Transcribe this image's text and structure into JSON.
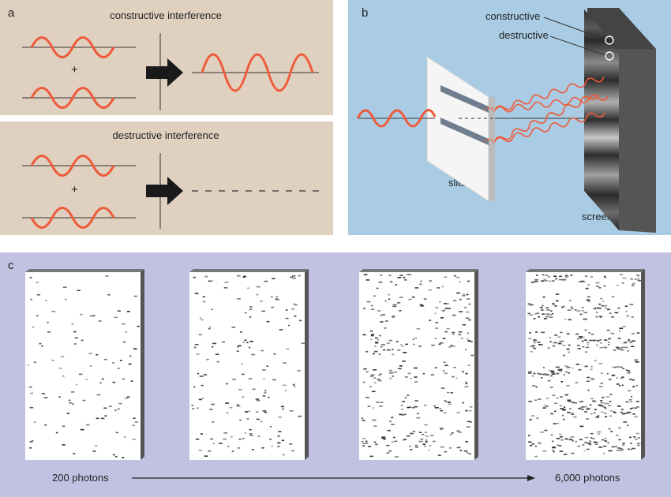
{
  "panels": {
    "a": {
      "letter": "a",
      "constructive_title": "constructive interference",
      "destructive_title": "destructive interference",
      "plus": "+"
    },
    "b": {
      "letter": "b",
      "label_constructive": "constructive",
      "label_destructive": "destructive",
      "label_slits": "slits",
      "label_screen": "screen"
    },
    "c": {
      "letter": "c",
      "start_label": "200 photons",
      "end_label": "6,000 photons",
      "screens": [
        {
          "name": "screen-1",
          "density": 0.08,
          "fringe_contrast": 0.2
        },
        {
          "name": "screen-2",
          "density": 0.16,
          "fringe_contrast": 0.5
        },
        {
          "name": "screen-3",
          "density": 0.38,
          "fringe_contrast": 0.8
        },
        {
          "name": "screen-4",
          "density": 0.62,
          "fringe_contrast": 0.95
        }
      ]
    }
  },
  "colors": {
    "panel_a_bg": "#dfd0bf",
    "panel_b_bg": "#a9cce4",
    "panel_c_bg": "#c1c2e2",
    "wave": "#ef5b3a",
    "axis": "#333333",
    "arrow": "#1a1a1a"
  }
}
